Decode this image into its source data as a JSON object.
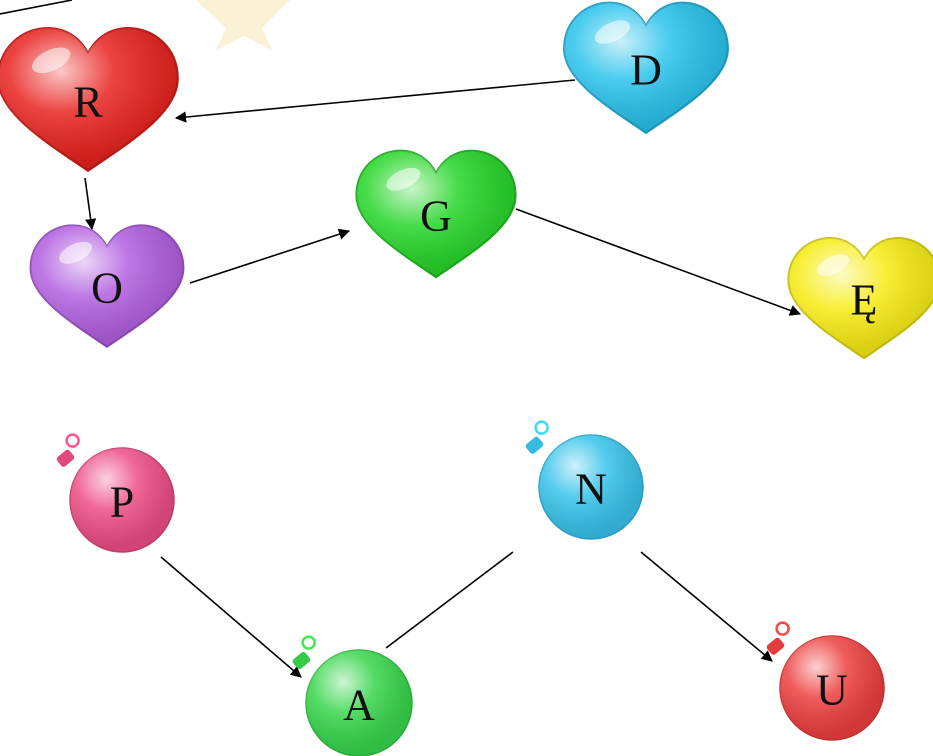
{
  "groups": [
    {
      "name": "hearts",
      "nodes": [
        {
          "id": "R",
          "label": "R",
          "shape": "heart",
          "color": "#e8231f"
        },
        {
          "id": "D",
          "label": "D",
          "shape": "heart",
          "color": "#29c3ec"
        },
        {
          "id": "O",
          "label": "O",
          "shape": "heart",
          "color": "#b25fe0"
        },
        {
          "id": "G",
          "label": "G",
          "shape": "heart",
          "color": "#27d62a"
        },
        {
          "id": "E",
          "label": "Ę",
          "shape": "heart",
          "color": "#f7ec14"
        }
      ],
      "edges": [
        {
          "from": "D",
          "to": "R",
          "arrow": true
        },
        {
          "from": "R",
          "to": "O",
          "arrow": true
        },
        {
          "from": "O",
          "to": "G",
          "arrow": true
        },
        {
          "from": "G",
          "to": "E",
          "arrow": true
        }
      ]
    },
    {
      "name": "baubles",
      "nodes": [
        {
          "id": "P",
          "label": "P",
          "shape": "bauble",
          "color": "#ee4d86"
        },
        {
          "id": "N",
          "label": "N",
          "shape": "bauble",
          "color": "#38c4ec"
        },
        {
          "id": "A",
          "label": "A",
          "shape": "bauble",
          "color": "#38d64c"
        },
        {
          "id": "U",
          "label": "U",
          "shape": "bauble",
          "color": "#ee3f3f"
        }
      ],
      "edges": [
        {
          "from": "P",
          "to": "A",
          "arrow": true
        },
        {
          "from": "N",
          "to": "A",
          "arrow": false
        },
        {
          "from": "N",
          "to": "U",
          "arrow": true
        }
      ]
    }
  ]
}
